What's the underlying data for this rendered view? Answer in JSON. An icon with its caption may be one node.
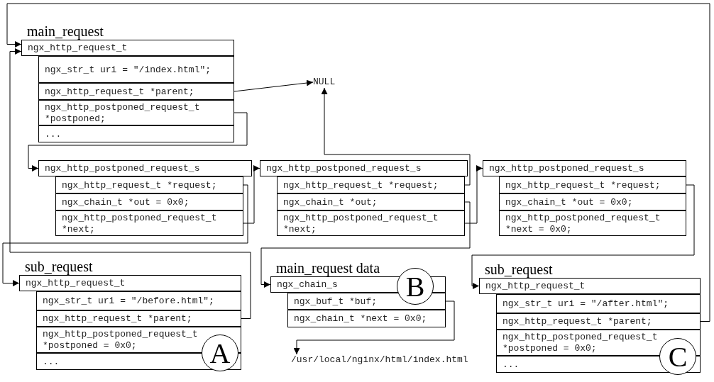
{
  "diagram": {
    "nodes": [
      {
        "text": [
          "main_request",
          "ngx_http_request_t"
        ]
      },
      {
        "text": [
          "ngx_str_t uri = \"/index.html\";"
        ]
      },
      {
        "text": [
          "ngx_http_request_t *parent;"
        ]
      },
      {
        "text": [
          "ngx_http_postponed_request_t *postponed;"
        ]
      },
      {
        "text": [
          "..."
        ]
      },
      {
        "text": [
          "NULL"
        ]
      },
      {
        "text": [
          "ngx_http_postponed_request_s"
        ]
      },
      {
        "text": [
          "ngx_http_request_t *request;"
        ]
      },
      {
        "text": [
          "ngx_chain_t *out = 0x0;"
        ]
      },
      {
        "text": [
          "ngx_http_postponed_request_t *next;"
        ]
      },
      {
        "text": [
          "ngx_http_postponed_request_s"
        ]
      },
      {
        "text": [
          "ngx_http_request_t *request;"
        ]
      },
      {
        "text": [
          "ngx_chain_t *out;"
        ]
      },
      {
        "text": [
          "ngx_http_postponed_request_t *next;"
        ]
      },
      {
        "text": [
          "ngx_http_postponed_request_s"
        ]
      },
      {
        "text": [
          "ngx_http_request_t *request;"
        ]
      },
      {
        "text": [
          "ngx_chain_t *out = 0x0;"
        ]
      },
      {
        "text": [
          "ngx_http_postponed_request_t *next = 0x0;"
        ]
      },
      {
        "text": [
          "sub_request",
          "ngx_http_request_t"
        ]
      },
      {
        "text": [
          "ngx_str_t uri = \"/before.html\";"
        ]
      },
      {
        "text": [
          "ngx_http_request_t *parent;"
        ]
      },
      {
        "text": [
          "ngx_http_postponed_request_t *postponed = 0x0;"
        ]
      },
      {
        "text": [
          "..."
        ]
      },
      {
        "text": [
          "A"
        ]
      },
      {
        "text": [
          "main_request data",
          "ngx_chain_s"
        ]
      },
      {
        "text": [
          "ngx_buf_t *buf;"
        ]
      },
      {
        "text": [
          "ngx_chain_t *next = 0x0;"
        ]
      },
      {
        "text": [
          "B"
        ]
      },
      {
        "text": [
          "/usr/local/nginx/html/index.html"
        ]
      },
      {
        "text": [
          "sub_request",
          "ngx_http_request_t"
        ]
      },
      {
        "text": [
          "ngx_str_t uri = \"/after.html\";"
        ]
      },
      {
        "text": [
          "ngx_http_request_t *parent;"
        ]
      },
      {
        "text": [
          "ngx_http_postponed_request_t *postponed = 0x0;"
        ]
      },
      {
        "text": [
          "..."
        ]
      },
      {
        "text": [
          "C"
        ]
      }
    ],
    "edges": [
      {
        "from": 2,
        "to": 5,
        "arrow": "to"
      },
      {
        "from": 3,
        "to": 6,
        "arrow": "to"
      },
      {
        "from": 7,
        "to": 18,
        "arrow": "to"
      },
      {
        "from": 9,
        "to": 10,
        "arrow": "to"
      },
      {
        "from": 11,
        "to": 5,
        "arrow": "to"
      },
      {
        "from": 12,
        "to": 24,
        "arrow": "to"
      },
      {
        "from": 13,
        "to": 14,
        "arrow": "to"
      },
      {
        "from": 15,
        "to": 29,
        "arrow": "to"
      },
      {
        "from": 20,
        "to": 0,
        "arrow": "to"
      },
      {
        "from": 31,
        "to": 0,
        "arrow": "to"
      },
      {
        "from": 25,
        "to": 28,
        "arrow": "to"
      }
    ]
  }
}
